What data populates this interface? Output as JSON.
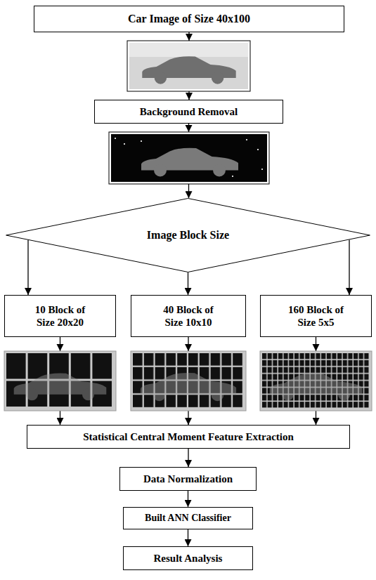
{
  "diagram": {
    "nodes": [
      {
        "text": [
          "Car Image of Size 40x100"
        ]
      },
      {
        "text": [
          "Background Removal"
        ]
      },
      {
        "text": [
          "Image Block Size"
        ]
      },
      {
        "text": [
          "10 Block of Size 20x20"
        ]
      },
      {
        "text": [
          "40 Block of Size 10x10"
        ]
      },
      {
        "text": [
          "160 Block of Size 5x5"
        ]
      },
      {
        "text": [
          "Statistical Central Moment Feature Extraction"
        ]
      },
      {
        "text": [
          "Data Normalization"
        ]
      },
      {
        "text": [
          "Built ANN Classifier"
        ]
      },
      {
        "text": [
          "Result Analysis"
        ]
      }
    ],
    "edges": [
      {
        "from": 0,
        "to": 1,
        "arrow": "to"
      },
      {
        "from": 1,
        "to": 2,
        "arrow": "to"
      },
      {
        "from": 2,
        "to": 3,
        "arrow": "to"
      },
      {
        "from": 2,
        "to": 4,
        "arrow": "to"
      },
      {
        "from": 2,
        "to": 5,
        "arrow": "to"
      },
      {
        "from": 3,
        "to": 6,
        "arrow": "to"
      },
      {
        "from": 4,
        "to": 6,
        "arrow": "to"
      },
      {
        "from": 5,
        "to": 6,
        "arrow": "to"
      },
      {
        "from": 6,
        "to": 7,
        "arrow": "to"
      },
      {
        "from": 7,
        "to": 8,
        "arrow": "to"
      },
      {
        "from": 8,
        "to": 9,
        "arrow": "to"
      }
    ]
  }
}
